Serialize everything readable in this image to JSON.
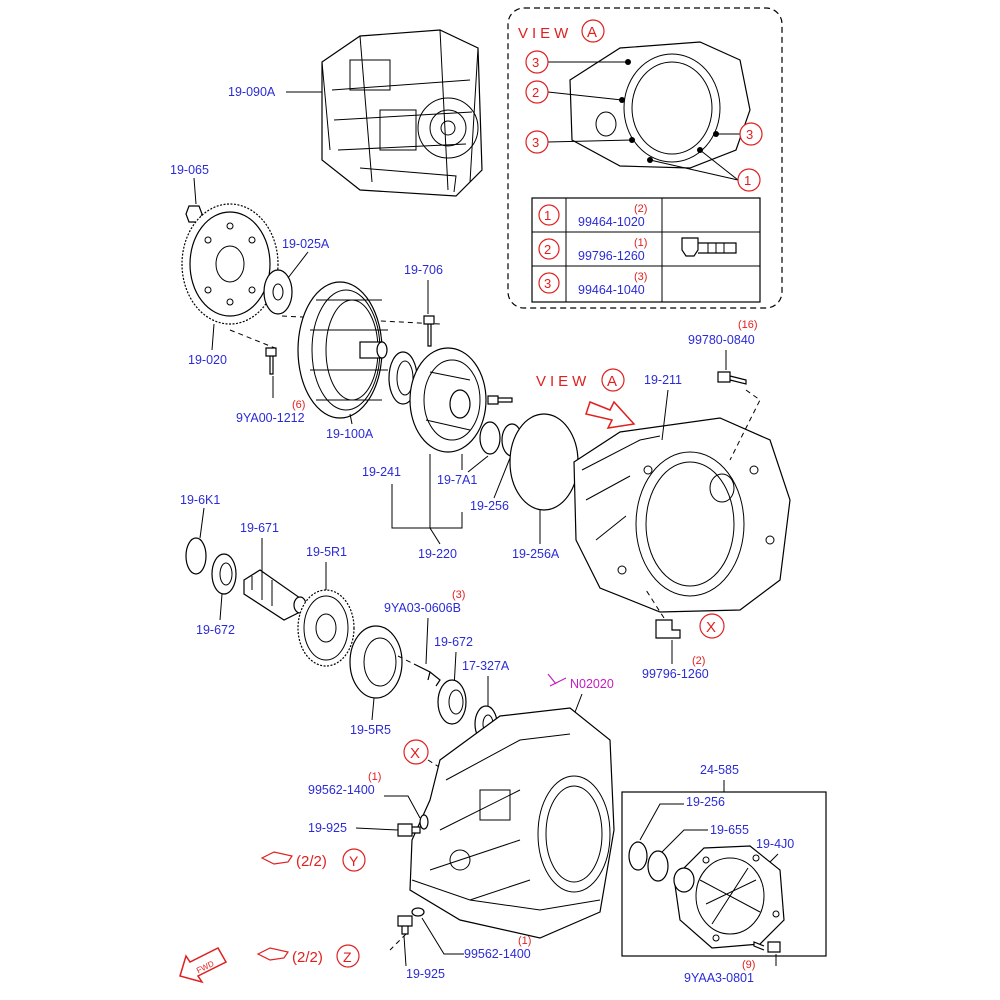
{
  "labels": {
    "p19_090A": "19-090A",
    "p19_065": "19-065",
    "p19_025A": "19-025A",
    "p19_020": "19-020",
    "p9YA00_1212": "9YA00-1212",
    "p9YA00_1212_qty": "(6)",
    "p19_100A": "19-100A",
    "p19_706": "19-706",
    "p19_241": "19-241",
    "p19_7A1": "19-7A1",
    "p19_256_mid": "19-256",
    "p19_220": "19-220",
    "p19_256A": "19-256A",
    "p19_211": "19-211",
    "p99780_0840": "99780-0840",
    "p99780_0840_qty": "(16)",
    "p19_6K1": "19-6K1",
    "p19_671": "19-671",
    "p19_5R1": "19-5R1",
    "p19_672_left": "19-672",
    "p9YA03_0606B": "9YA03-0606B",
    "p9YA03_0606B_qty": "(3)",
    "p19_672_mid": "19-672",
    "p17_327A": "17-327A",
    "p19_5R5": "19-5R5",
    "p99796_1260": "99796-1260",
    "p99796_1260_qty": "(2)",
    "ref_N02020": "N02020",
    "p99562_1400_top": "99562-1400",
    "p99562_1400_top_qty": "(1)",
    "p19_925_top": "19-925",
    "p99562_1400_bot": "99562-1400",
    "p99562_1400_bot_qty": "(1)",
    "p19_925_bot": "19-925",
    "p24_585": "24-585",
    "p19_256_box": "19-256",
    "p19_655": "19-655",
    "p19_4J0": "19-4J0",
    "p9YAA3_0801": "9YAA3-0801",
    "p9YAA3_0801_qty": "(9)"
  },
  "view_box": {
    "title": "VIEW",
    "title_letter": "A",
    "callout_1": "1",
    "callout_2": "2",
    "callout_3": "3",
    "table": [
      {
        "num": "1",
        "part": "99464-1020",
        "qty": "(2)"
      },
      {
        "num": "2",
        "part": "99796-1260",
        "qty": "(1)"
      },
      {
        "num": "3",
        "part": "99464-1040",
        "qty": "(3)"
      }
    ]
  },
  "view_arrow": {
    "title": "VIEW",
    "letter": "A"
  },
  "markers": {
    "x_right": "X",
    "x_lower": "X",
    "y_ref": "(2/2)",
    "y_letter": "Y",
    "z_ref": "(2/2)",
    "z_letter": "Z",
    "fwd": "FWD"
  },
  "colors": {
    "label_blue": "#2b2bd6",
    "qty_red": "#e02020",
    "ref_magenta": "#c020c0"
  }
}
